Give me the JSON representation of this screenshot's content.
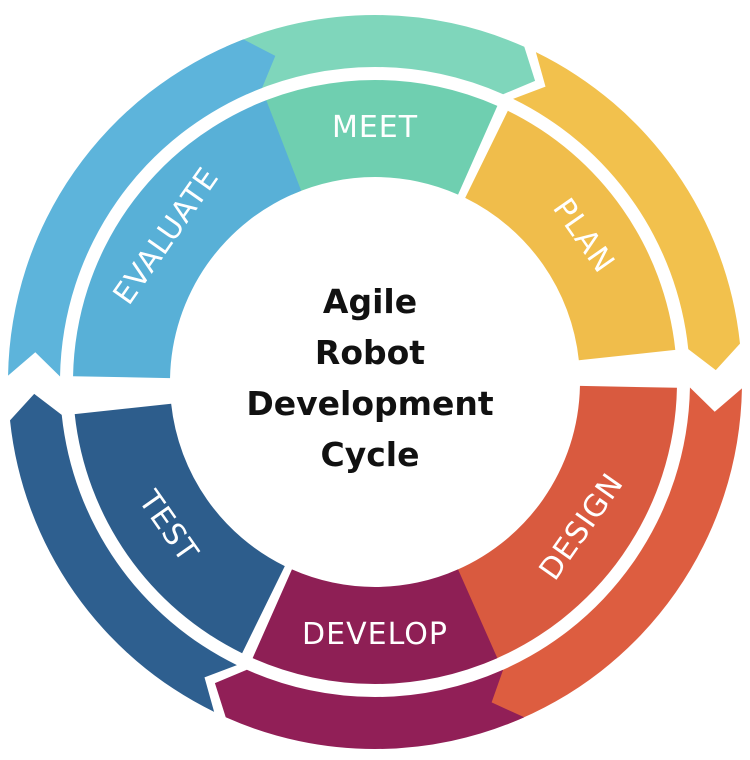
{
  "center_title": [
    "Agile",
    "Robot",
    "Development",
    "Cycle"
  ],
  "segments": [
    {
      "label": "MEET",
      "color": "#6fcfb0",
      "outer_color": "#7fd6bb",
      "mid": 0
    },
    {
      "label": "PLAN",
      "color": "#f0bd4b",
      "outer_color": "#f2c14d",
      "mid": 55
    },
    {
      "label": "DESIGN",
      "color": "#d95a3f",
      "outer_color": "#dd5d40",
      "mid": 125
    },
    {
      "label": "DEVELOP",
      "color": "#8e1f55",
      "outer_color": "#911f57",
      "mid": 180
    },
    {
      "label": "TEST",
      "color": "#2d5d8c",
      "outer_color": "#2e5f8f",
      "mid": 235
    },
    {
      "label": "EVALUATE",
      "color": "#58b0d7",
      "outer_color": "#5db4db",
      "mid": 305
    }
  ]
}
